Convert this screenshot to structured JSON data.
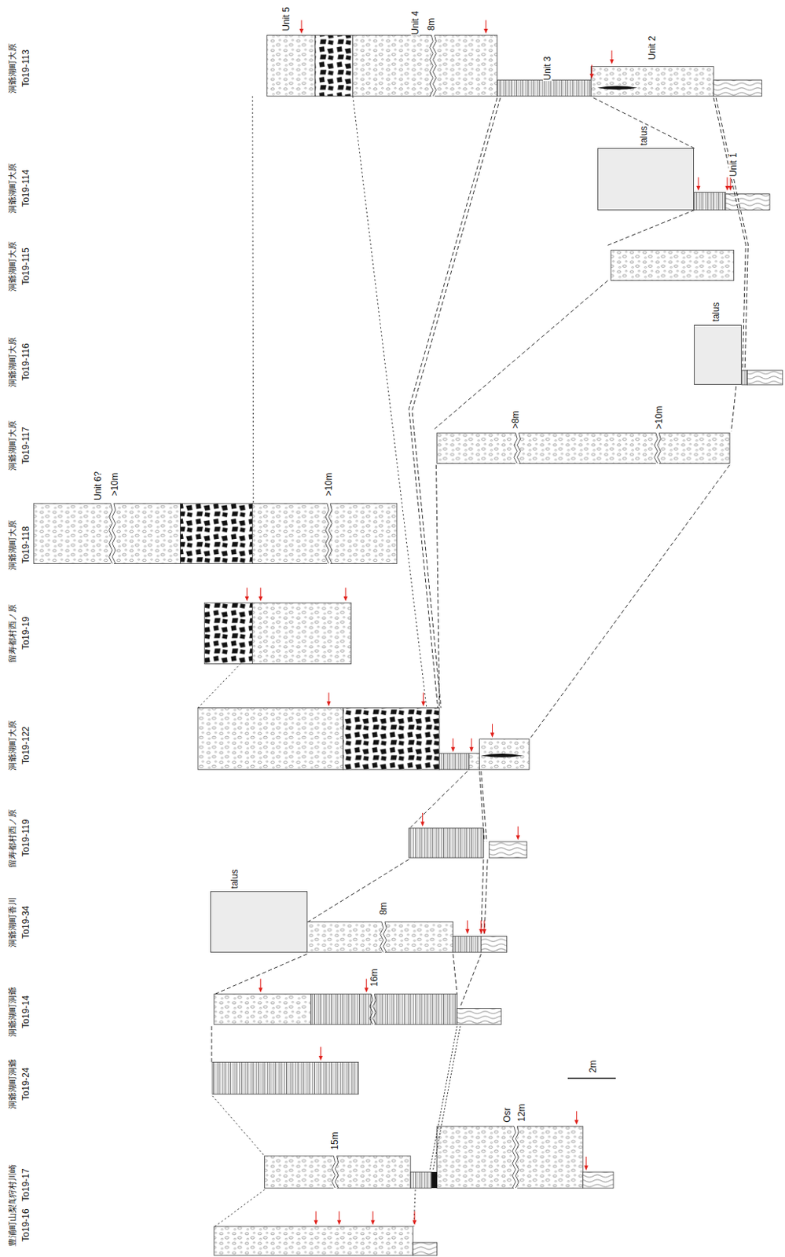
{
  "diagram": {
    "nodes": [
      {
        "text": [
          "talus"
        ]
      },
      {
        "text": [
          "talus"
        ]
      },
      {
        "text": [
          "talus"
        ]
      }
    ],
    "labels": [
      "洞爺湖町大原",
      "To19-113",
      "Unit 5",
      "Unit 4",
      "8m",
      "Unit 3",
      "Unit 2",
      "洞爺湖町大原",
      "To19-114",
      "Unit 1",
      "洞爺湖町大原",
      "To19-115",
      "洞爺湖町大原",
      "To19-116",
      "洞爺湖町大原",
      "To19-117",
      ">8m",
      ">10m",
      "洞爺湖町大原",
      "To19-118",
      "Unit 6?",
      ">10m",
      ">10m",
      "留寿都村西ノ原",
      "To19-19",
      "洞爺湖町大原",
      "To19-122",
      "留寿都村西ノ原",
      "To19-119",
      "洞爺湖町香川",
      "To19-34",
      "8m",
      "洞爺湖町洞爺",
      "To19-14",
      "16m",
      "洞爺湖町洞爺",
      "To19-24",
      "2m",
      "真狩村川崎",
      "To19-17",
      "15m",
      "Osr",
      "12m",
      "豊浦町山梨",
      "To19-16"
    ]
  }
}
